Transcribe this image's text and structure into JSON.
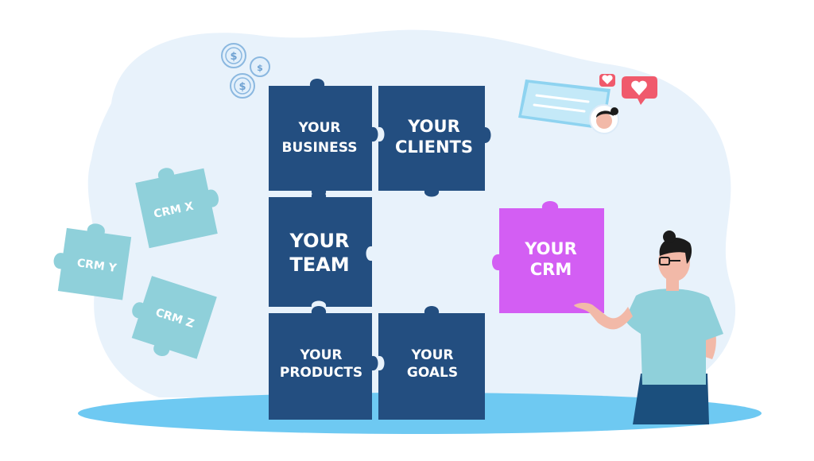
{
  "puzzle": {
    "your_business": [
      "YOUR",
      "BUSINESS"
    ],
    "your_clients": [
      "YOUR",
      "CLIENTS"
    ],
    "your_team": [
      "YOUR",
      "TEAM"
    ],
    "your_products": [
      "YOUR",
      "PRODUCTS"
    ],
    "your_goals": [
      "YOUR",
      "GOALS"
    ],
    "your_crm": [
      "YOUR",
      "CRM"
    ]
  },
  "loose_pieces": {
    "crm_x": "CRM X",
    "crm_y": "CRM Y",
    "crm_z": "CRM Z"
  },
  "icons": {
    "coins": "dollar-coin-icon",
    "hearts": "heart-icon",
    "chat": "chat-bubble-icon"
  },
  "colors": {
    "navy_piece": "#234e80",
    "crm_piece": "#d35ef3",
    "teal_piece": "#8fd0da",
    "blob": "#e8f2fb",
    "floor": "#6ec9f2",
    "heart_bubble": "#f05a6c"
  }
}
